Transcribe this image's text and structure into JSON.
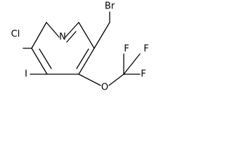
{
  "atoms": {
    "br": "Br",
    "n": "N",
    "cl": "Cl",
    "i": "I",
    "o": "O",
    "f1": "F",
    "f2": "F",
    "f3": "F"
  },
  "colors": {
    "bond": "#000000",
    "label": "#000000",
    "background": "#ffffff"
  }
}
